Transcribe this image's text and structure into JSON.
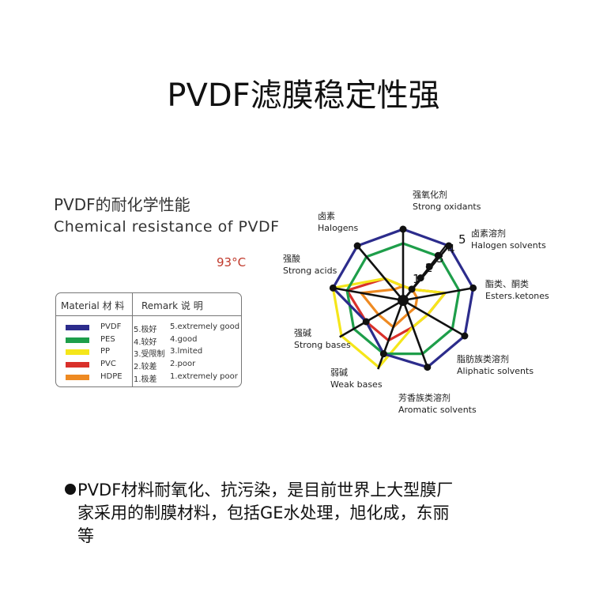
{
  "page_title": "PVDF滤膜稳定性强",
  "chart_heading_cn": "PVDF的耐化学性能",
  "chart_heading_en": "Chemical resistance of PVDF",
  "temperature": "93°C",
  "legend": {
    "header_material": "Material 材 料",
    "header_remark": "Remark    说 明",
    "rows": [
      {
        "name": "PVDF",
        "color": "#2c2c8c",
        "remark_cn": "5.极好",
        "remark_en": "5.extremely good"
      },
      {
        "name": "PES",
        "color": "#1e9e4a",
        "remark_cn": "4.较好",
        "remark_en": "4.good"
      },
      {
        "name": "PP",
        "color": "#f5e61a",
        "remark_cn": "3.受限制",
        "remark_en": "3.lmited"
      },
      {
        "name": "PVC",
        "color": "#d9302a",
        "remark_cn": "2.较差",
        "remark_en": "2.poor"
      },
      {
        "name": "HDPE",
        "color": "#ee8a22",
        "remark_cn": "1.极差",
        "remark_en": "1.extremely poor"
      }
    ]
  },
  "chart_data": {
    "type": "radar",
    "ring_labels": [
      "1",
      "2",
      "3",
      "4",
      "5"
    ],
    "rmax": 5,
    "axes": [
      {
        "cn": "强氧化剂",
        "en": "Strong oxidants"
      },
      {
        "cn": "卤素溶剂",
        "en": "Halogen solvents"
      },
      {
        "cn": "酯类、酮类",
        "en": "Esters.ketones"
      },
      {
        "cn": "脂肪族类溶剂",
        "en": "Aliphatic solvents"
      },
      {
        "cn": "芳香族类溶剂",
        "en": "Aromatic solvents"
      },
      {
        "cn": "弱碱",
        "en": "Weak bases"
      },
      {
        "cn": "强碱",
        "en": "Strong bases"
      },
      {
        "cn": "强酸",
        "en": "Strong acids"
      },
      {
        "cn": "卤素",
        "en": "Halogens"
      }
    ],
    "series": [
      {
        "name": "PVDF",
        "color": "#2c2c8c",
        "values": [
          5,
          5,
          5,
          5,
          5,
          4,
          3,
          5,
          5
        ]
      },
      {
        "name": "PES",
        "color": "#1e9e4a",
        "values": [
          4,
          4,
          4,
          4,
          4,
          4,
          4,
          4,
          4
        ]
      },
      {
        "name": "PP",
        "color": "#f5e61a",
        "values": [
          1,
          1,
          3,
          2,
          2,
          5,
          5,
          5,
          2
        ]
      },
      {
        "name": "PVC",
        "color": "#d9302a",
        "values": [
          1,
          1,
          3,
          2,
          2,
          3,
          3,
          4,
          2
        ]
      },
      {
        "name": "HDPE",
        "color": "#ee8a22",
        "values": [
          1,
          1,
          1,
          1,
          1,
          2,
          2,
          3,
          1
        ]
      }
    ]
  },
  "bullet": {
    "line1": "PVDF材料耐氧化、抗污染，是目前世界上大型膜厂",
    "line2": "家采用的制膜材料，包括GE水处理，旭化成，东丽",
    "line3": "等"
  }
}
